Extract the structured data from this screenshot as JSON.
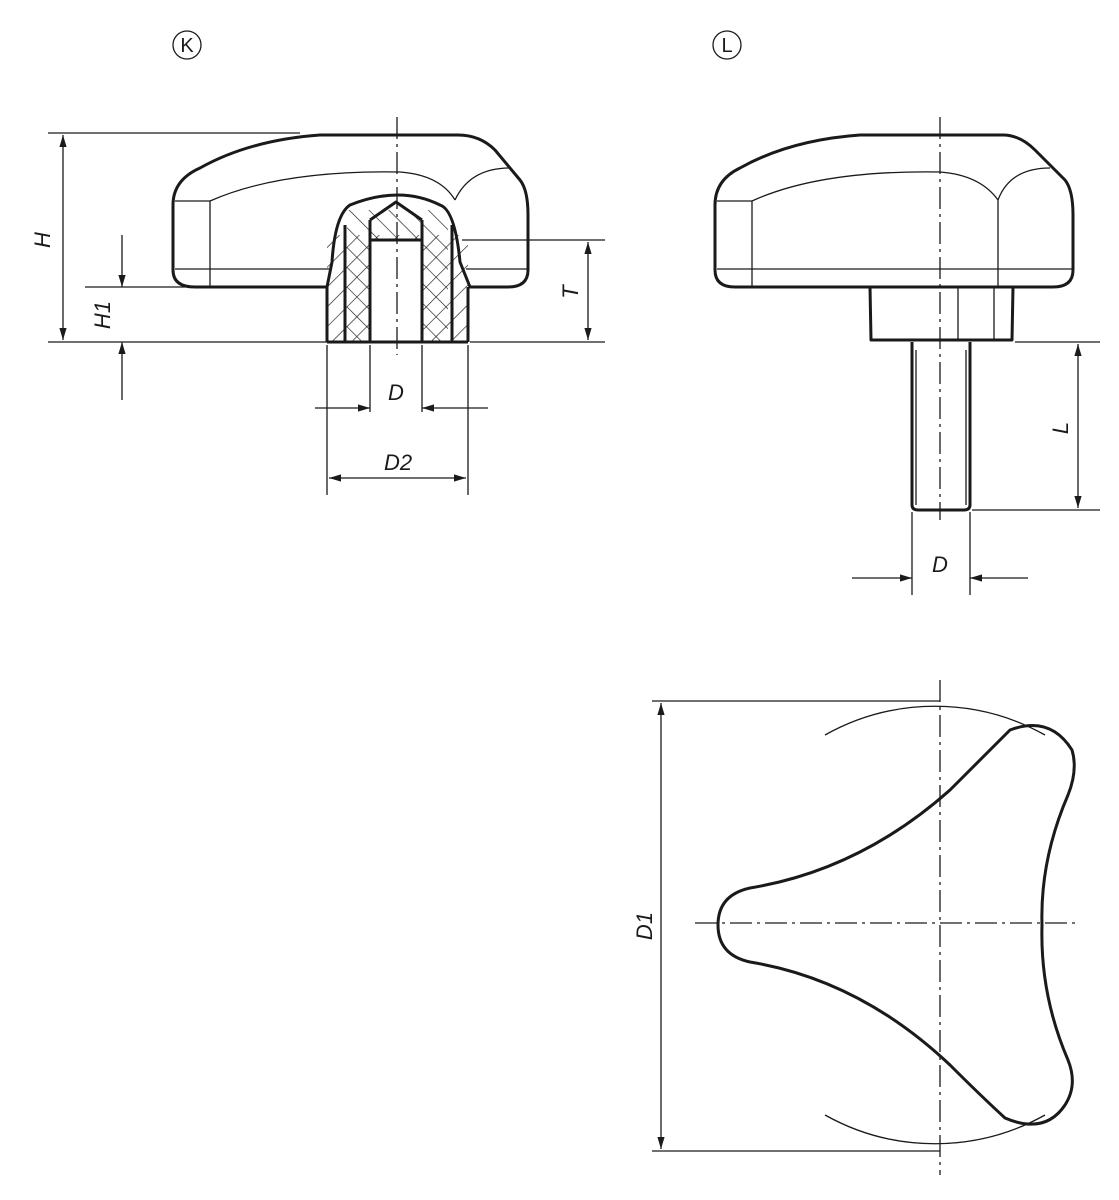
{
  "views": {
    "k": {
      "marker": "K",
      "labels": {
        "h": "H",
        "h1": "H1",
        "t": "T",
        "d": "D",
        "d2": "D2"
      }
    },
    "l": {
      "marker": "L",
      "labels": {
        "l": "L",
        "d": "D"
      }
    },
    "top": {
      "labels": {
        "d1": "D1"
      }
    }
  }
}
